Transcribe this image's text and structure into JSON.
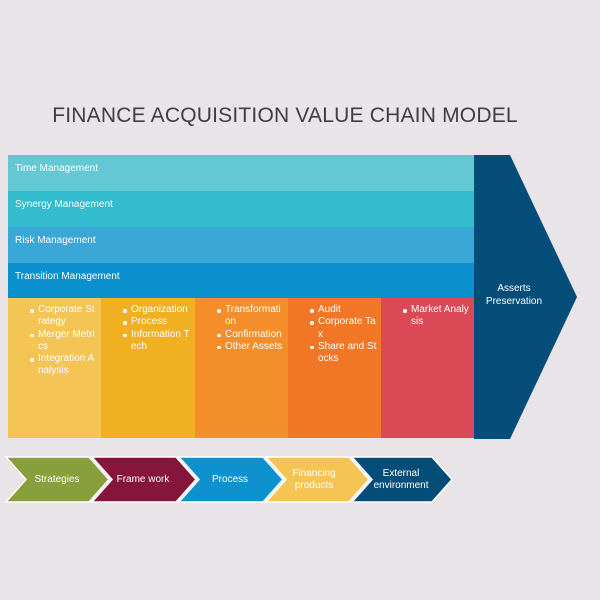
{
  "title": "FINANCE ACQUISITION VALUE CHAIN MODEL",
  "support_bars": [
    {
      "label": "Time Management",
      "color": "#63c8d3"
    },
    {
      "label": "Synergy Management",
      "color": "#33bccd"
    },
    {
      "label": "Risk Management",
      "color": "#39a8d7"
    },
    {
      "label": "Transition Management",
      "color": "#0a90cd"
    }
  ],
  "columns": [
    {
      "color": "#f4c454",
      "items": [
        "Corporate Strategy",
        "Merger Metrics",
        "Integration Analysis"
      ]
    },
    {
      "color": "#f0b022",
      "items": [
        "Organization",
        "Process",
        "Information Tech"
      ]
    },
    {
      "color": "#f48e2a",
      "items": [
        "Transformation",
        "Confirmation",
        "Other Assets"
      ]
    },
    {
      "color": "#f17625",
      "items": [
        "Audit",
        "Corporate Tax",
        "Share and Stocks"
      ]
    },
    {
      "color": "#dc4956",
      "items": [
        "Market Analysis"
      ]
    }
  ],
  "arrow": {
    "label_line1": "Asserts",
    "label_line2": "Preservation",
    "color": "#054d79"
  },
  "chevrons": [
    {
      "label": "Strategies",
      "color": "#889f3b"
    },
    {
      "label": "Frame work",
      "color": "#85153b"
    },
    {
      "label": "Process",
      "color": "#0d92cf"
    },
    {
      "label": "Financing products",
      "color": "#f4c454"
    },
    {
      "label": "External environment",
      "color": "#054d79"
    }
  ]
}
